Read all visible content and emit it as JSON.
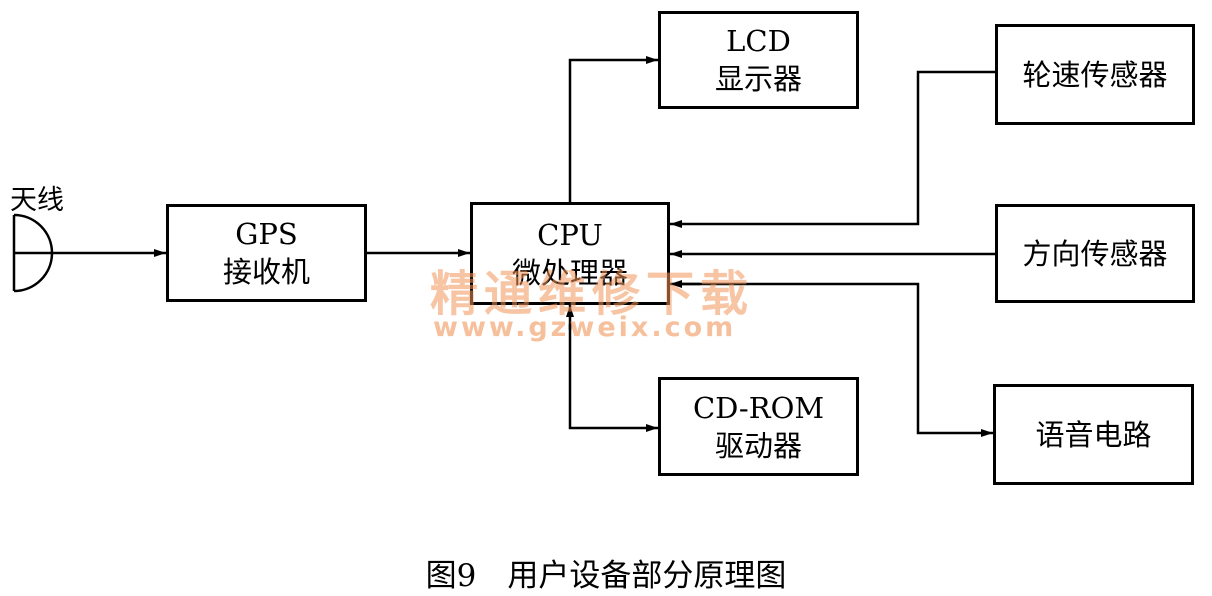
{
  "antenna_label": "天线",
  "blocks": {
    "gps": {
      "line1": "GPS",
      "line2": "接收机"
    },
    "cpu": {
      "line1": "CPU",
      "line2": "微处理器"
    },
    "lcd": {
      "line1": "LCD",
      "line2": "显示器"
    },
    "cdrom": {
      "line1": "CD-ROM",
      "line2": "驱动器"
    },
    "wheel_sensor": {
      "line1": "轮速传感器"
    },
    "direction_sensor": {
      "line1": "方向传感器"
    },
    "voice_circuit": {
      "line1": "语音电路"
    }
  },
  "watermark": {
    "line1": "精通维修下载",
    "line2": "www.gzweix.com"
  },
  "caption": "图9　用户设备部分原理图"
}
